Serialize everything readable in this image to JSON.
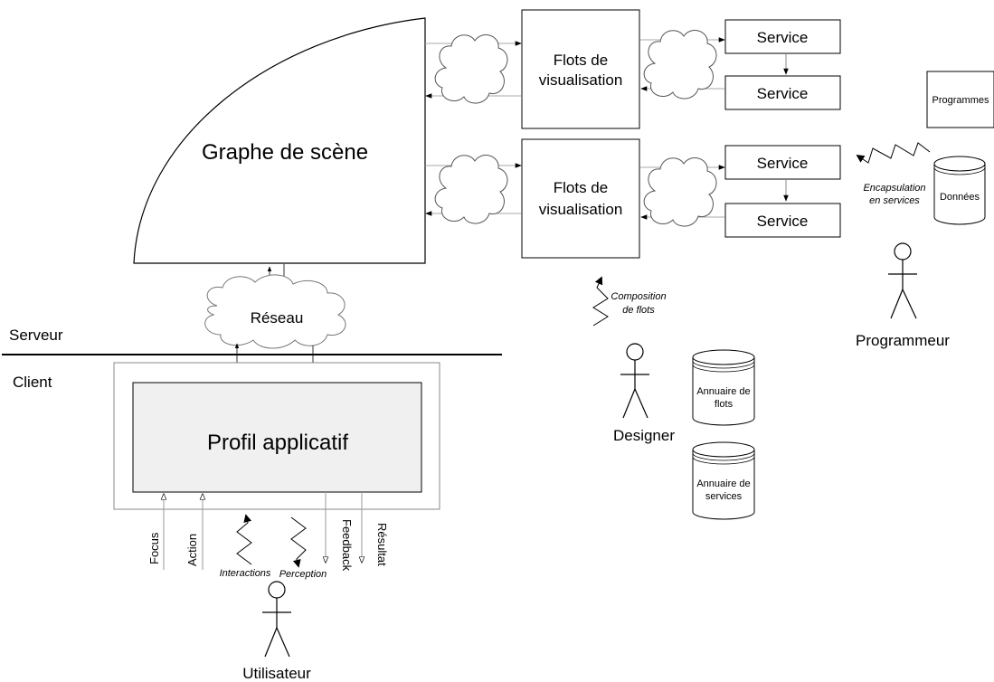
{
  "scene_graph": "Graphe de scène",
  "flows_1": {
    "line1": "Flots de",
    "line2": "visualisation"
  },
  "flows_2": {
    "line1": "Flots de",
    "line2": "visualisation"
  },
  "services": [
    "Service",
    "Service",
    "Service",
    "Service"
  ],
  "programmes": "Programmes",
  "donnees": "Données",
  "encapsulation": {
    "line1": "Encapsulation",
    "line2": "en services"
  },
  "composition": {
    "line1": "Composition",
    "line2": "de flots"
  },
  "network": "Réseau",
  "server_label": "Serveur",
  "client_label": "Client",
  "app_profile": "Profil applicatif",
  "annuaire_flots": {
    "line1": "Annuaire de",
    "line2": "flots"
  },
  "annuaire_services": {
    "line1": "Annuaire de",
    "line2": "services"
  },
  "actors": {
    "designer": "Designer",
    "programmer": "Programmeur",
    "user": "Utilisateur"
  },
  "inputs": {
    "focus": "Focus",
    "action": "Action",
    "interactions": "Interactions",
    "perception": "Perception",
    "feedback": "Feedback",
    "result": "Résultat"
  }
}
